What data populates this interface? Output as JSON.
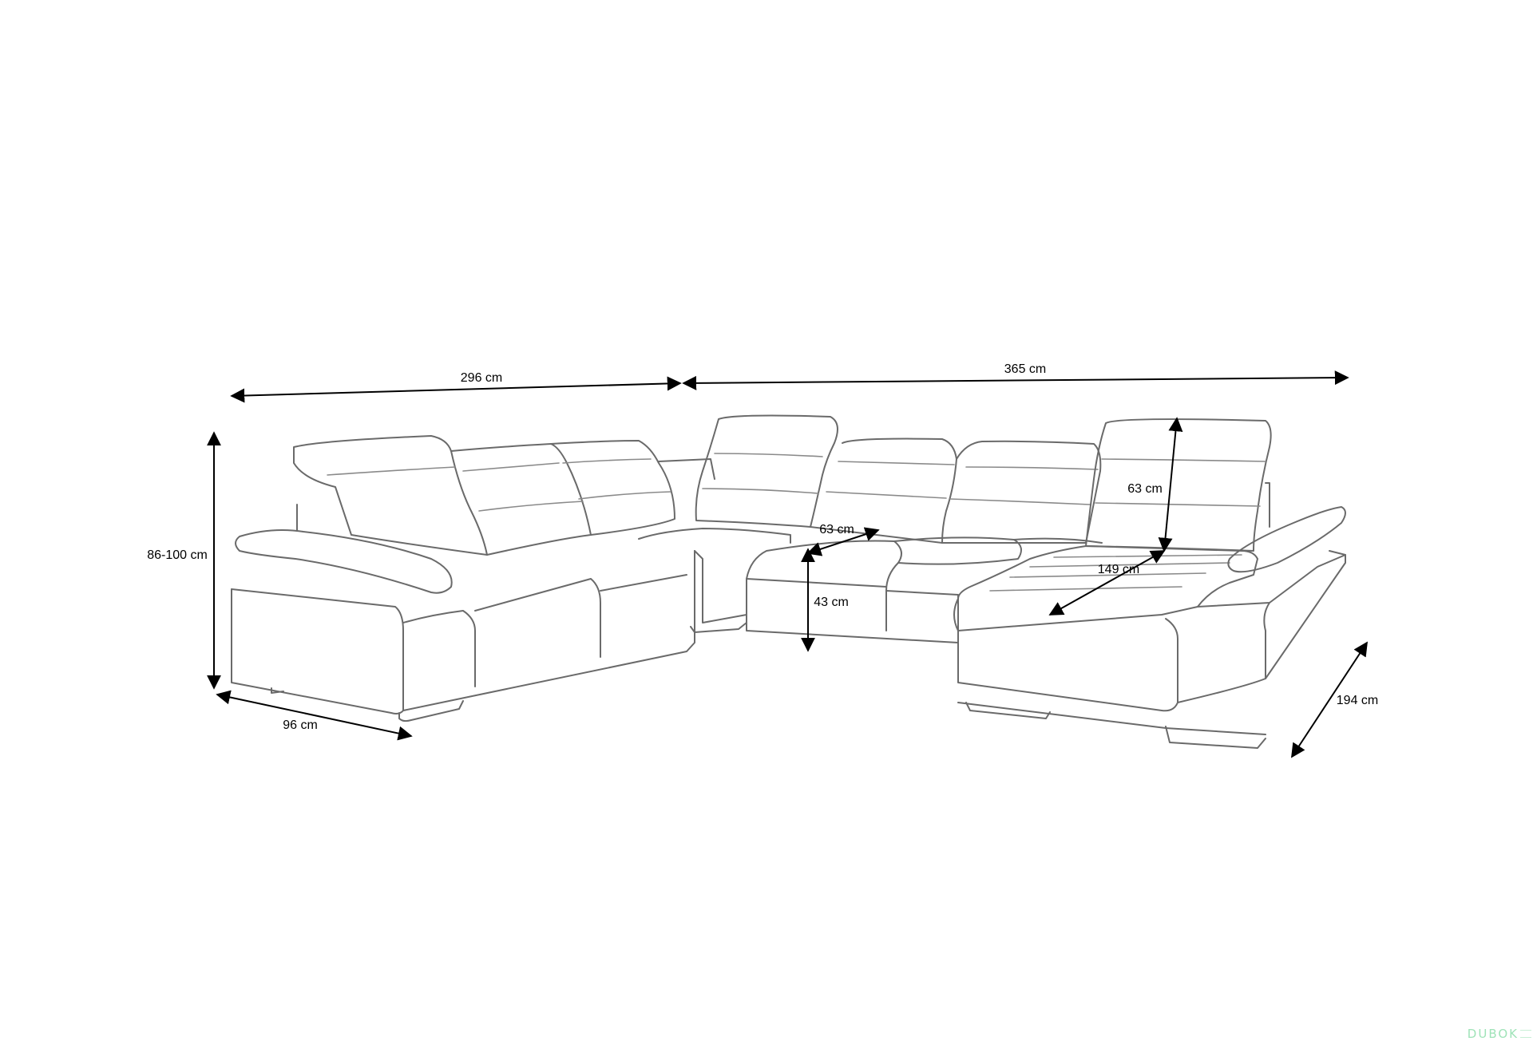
{
  "dimensions": {
    "width_left": "296 cm",
    "width_right": "365 cm",
    "height": "86-100 cm",
    "depth_left": "96 cm",
    "depth_right": "194 cm",
    "seat_depth": "63 cm",
    "seat_height": "43 cm",
    "backrest_height": "63 cm",
    "chaise_length": "149 cm"
  },
  "watermark": {
    "brand": "DUBOK"
  },
  "colors": {
    "outline": "#6a6a6a",
    "dimension": "#000000",
    "watermark": "#9fe3b8"
  }
}
